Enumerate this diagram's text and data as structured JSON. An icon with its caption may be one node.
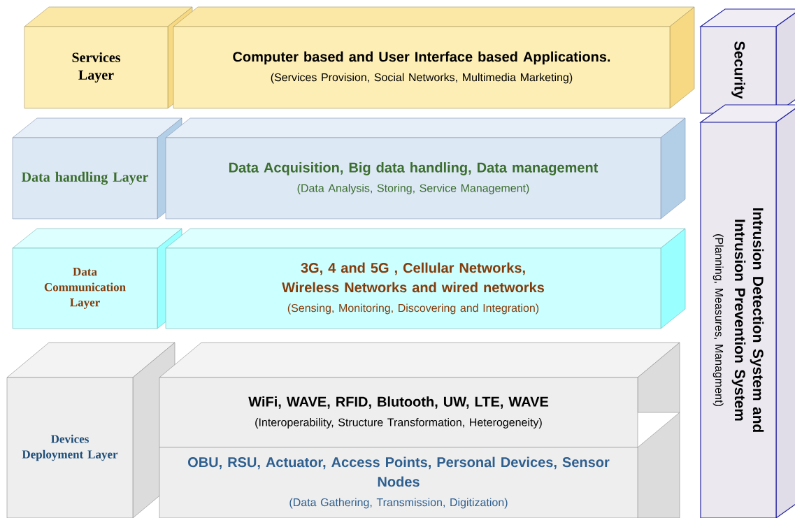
{
  "diagram": {
    "nodes": [
      {
        "text": [
          "Services Layer"
        ]
      },
      {
        "text": [
          "Computer based and User Interface based Applications.",
          "(Services Provision, Social Networks, Multimedia Marketing)"
        ]
      },
      {
        "text": [
          "Data handling Layer"
        ]
      },
      {
        "text": [
          "Data Acquisition, Big data handling, Data management",
          "(Data Analysis, Storing, Service Management)"
        ]
      },
      {
        "text": [
          "Data Communication Layer"
        ]
      },
      {
        "text": [
          "3G, 4 and 5G , Cellular Networks, Wireless Networks and wired networks",
          "(Sensing, Monitoring, Discovering and Integration)"
        ]
      },
      {
        "text": [
          "Devices Deployment Layer"
        ]
      },
      {
        "text": [
          "WiFi, WAVE, RFID, Blutooth, UW, LTE, WAVE",
          "(Interoperability, Structure Transformation, Heterogeneity)"
        ]
      },
      {
        "text": [
          "OBU, RSU, Actuator, Access Points, Personal Devices, Sensor Nodes",
          "(Data Gathering, Transmission, Digitization)"
        ]
      },
      {
        "text": [
          "Security"
        ]
      },
      {
        "text": [
          "Intrusion Detection System and Intrusion Prevention System",
          "(Planning, Measures, Managment)"
        ]
      }
    ]
  }
}
